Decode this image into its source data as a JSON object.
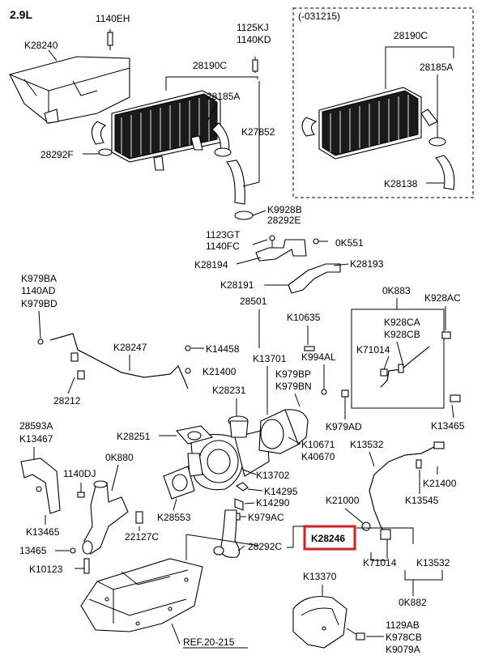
{
  "engine": "2.9L",
  "inset_title": "(-031215)",
  "highlight_color": "#e01b24",
  "highlighted_part": "K28246",
  "labels": {
    "k1140eh": "1140EH",
    "k1125kj": "1125KJ",
    "k1140kd": "1140KD",
    "k28240": "K28240",
    "k28190c": "28190C",
    "k28185a": "28185A",
    "k27852": "K27852",
    "k28292f": "28292F",
    "k9928b": "K9928B",
    "k28292e": "28292E",
    "in_28190c": "28190C",
    "in_28185a": "28185A",
    "in_k28138": "K28138",
    "k1123gt": "1123GT",
    "k1140fc": "1140FC",
    "k0k551": "0K551",
    "k28194": "K28194",
    "k28193": "K28193",
    "k28191": "K28191",
    "k979ba": "K979BA",
    "k1140ad": "1140AD",
    "k979bd": "K979BD",
    "k28501": "28501",
    "k10635": "K10635",
    "k0k883": "0K883",
    "k928ac": "K928AC",
    "k928ca": "K928CA",
    "k928cb": "K928CB",
    "k71014a": "K71014",
    "k14458": "K14458",
    "k28247": "K28247",
    "k13701": "K13701",
    "k994al": "K994AL",
    "k21400a": "K21400",
    "k979bp": "K979BP",
    "k979bn": "K979BN",
    "k28212": "28212",
    "k28231": "K28231",
    "k979ad": "K979AD",
    "k13465a": "K13465",
    "k28593a": "28593A",
    "k13467": "K13467",
    "k28251": "K28251",
    "k10671": "K10671",
    "k40670": "K40670",
    "k13532a": "K13532",
    "k0k880": "0K880",
    "k1140dj": "1140DJ",
    "k13702": "K13702",
    "k21400b": "K21400",
    "k14295": "K14295",
    "k13545": "K13545",
    "k14290": "K14290",
    "k21000": "K21000",
    "k28553": "K28553",
    "k13465b": "K13465",
    "k979ac": "K979AC",
    "k22127c": "22127C",
    "k28246": "K28246",
    "k13465c": "13465",
    "k28292c": "28292C",
    "k71014b": "K71014",
    "k13532b": "K13532",
    "k10123": "K10123",
    "k13370": "K13370",
    "k0k882": "0K882",
    "k1129ab": "1129AB",
    "k978cb": "K978CB",
    "k9079a": "K9079A",
    "ref": "REF.20-215"
  }
}
